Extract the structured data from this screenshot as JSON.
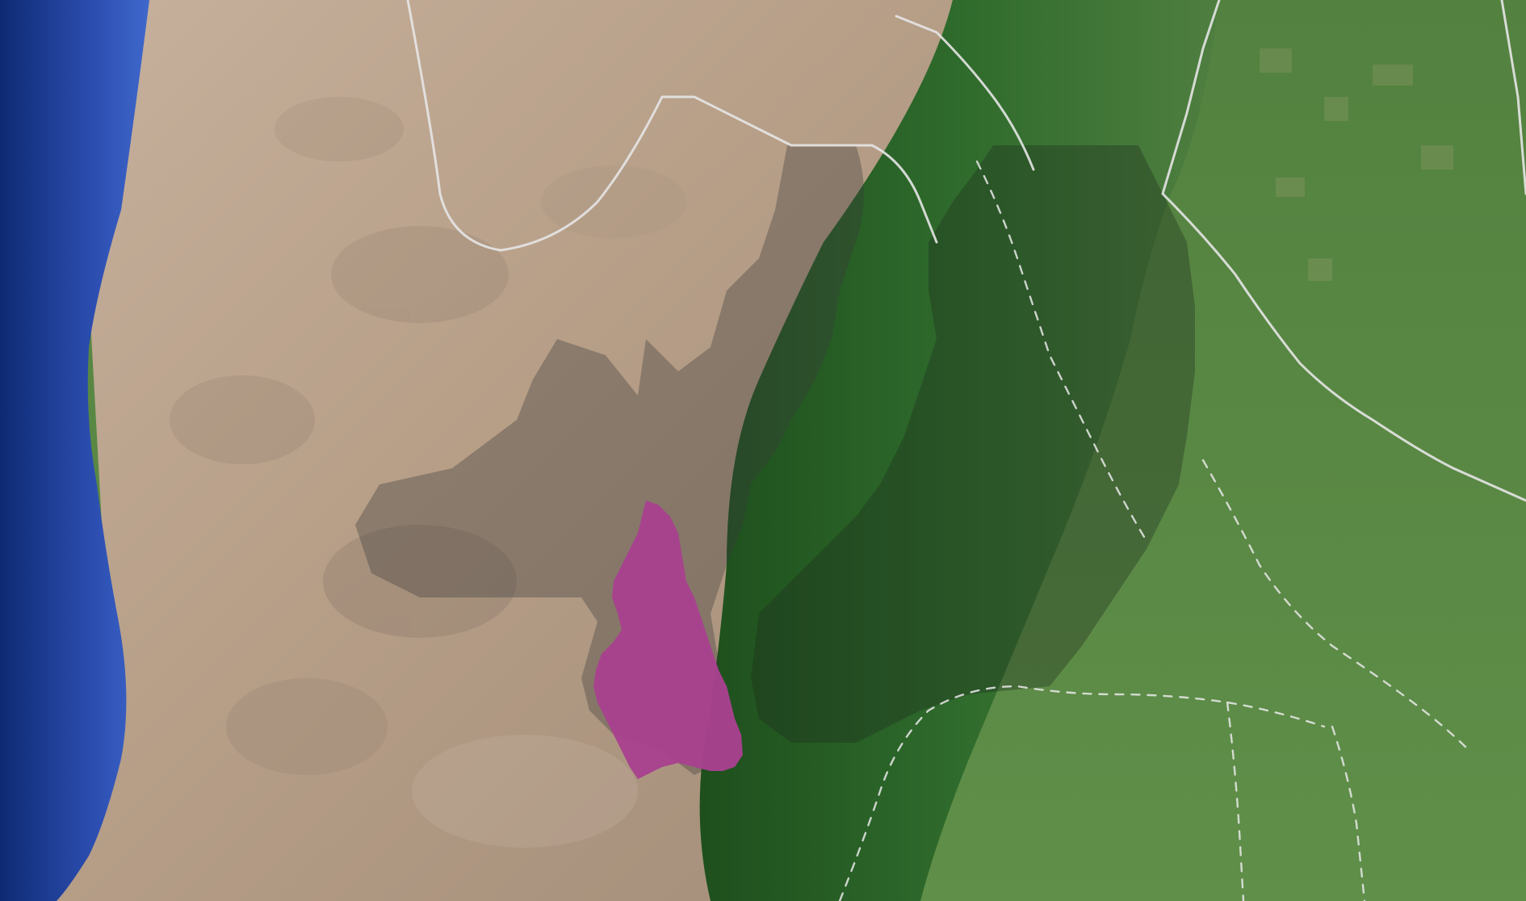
{
  "map": {
    "type": "satellite",
    "layers": [
      {
        "name": "ocean",
        "color": "#2d4fb2"
      },
      {
        "name": "desert-highlands",
        "color": "#b9a491"
      },
      {
        "name": "forest",
        "color": "#2e6a2b"
      },
      {
        "name": "farmland",
        "color": "#5b8a46"
      }
    ],
    "overlays": [
      {
        "name": "highlight-region",
        "color": "#a8418e",
        "opacity": 0.97
      },
      {
        "name": "shaded-province",
        "color": "#3a3a3a",
        "opacity": 0.35
      },
      {
        "name": "shaded-eastern-province",
        "color": "#1d2c1d",
        "opacity": 0.35
      }
    ],
    "borders": {
      "solid_color": "#e6e6e6",
      "dashed_color": "#e9e9e9"
    }
  }
}
